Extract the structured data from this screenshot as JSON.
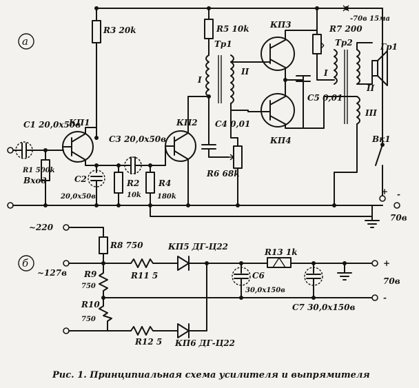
{
  "panels": {
    "a": "а",
    "b": "б"
  },
  "top": {
    "supply_note": "-70в 15ма",
    "vxod": "Вход",
    "labels": {
      "R3": "R3 20k",
      "R5": "R5 10k",
      "R7": "R7 200",
      "KP3": "КП3",
      "KP4": "КП4",
      "Tp1": "Тр1",
      "Tp2": "Тр2",
      "Gr1": "Гр1",
      "I1": "I",
      "II1": "II",
      "I2": "I",
      "II2": "II",
      "III2": "III",
      "C1": "С1 20,0х50в",
      "KP1": "КП1",
      "R1": "R1 500k",
      "C2": "С2",
      "C2val": "20,0х50в",
      "C3": "С3 20,0х50в",
      "KP2": "КП2",
      "R2": "R2",
      "R2val": "10k",
      "R4": "R4",
      "R4val": "180k",
      "C4": "С4 0,01",
      "R6": "R6 68k",
      "C5": "С5 0,01",
      "Vk1": "Вк1",
      "plus": "+",
      "minus": "-",
      "out_v": "70в"
    }
  },
  "bottom": {
    "labels": {
      "v220": "~220",
      "v127": "~127в",
      "R8": "R8 750",
      "R9": "R9",
      "R9val": "750",
      "R10": "R10",
      "R10val": "750",
      "R11": "R11 5",
      "R12": "R12 5",
      "KP5": "КП5 ДГ-Ц22",
      "KP6": "КП6 ДГ-Ц22",
      "R13": "R13 1k",
      "C6": "С6",
      "C6val": "30,0х150в",
      "C7": "С7 30,0х150в",
      "plus": "+",
      "minus": "-",
      "out_v": "70в"
    }
  },
  "caption": "Рис. 1. Принципиальная схема усилителя и выпрямителя",
  "colors": {
    "ink": "#141414",
    "paper": "#f4f2ee"
  }
}
